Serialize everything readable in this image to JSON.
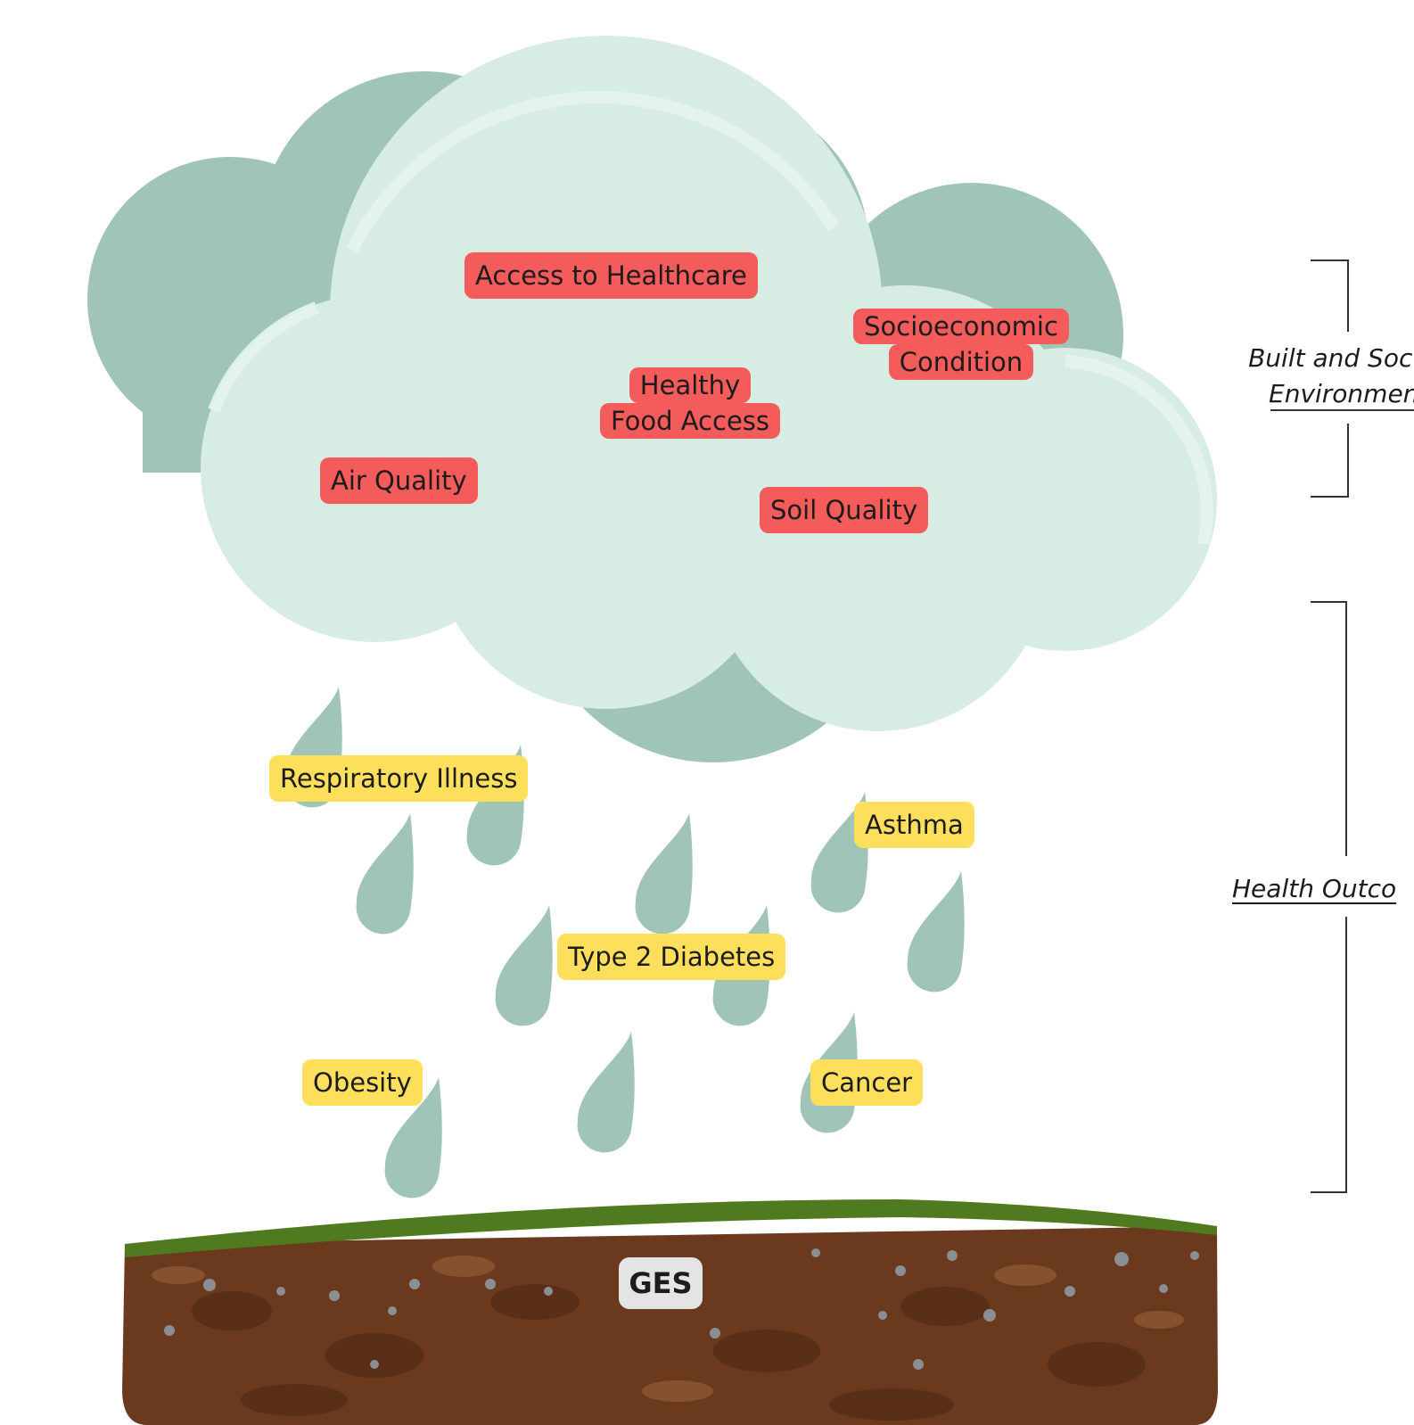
{
  "environment_tags": [
    {
      "id": "access",
      "lines": [
        "Access to Healthcare"
      ]
    },
    {
      "id": "socio",
      "lines": [
        "Socioeconomic",
        "Condition"
      ]
    },
    {
      "id": "food",
      "lines": [
        "Healthy",
        "Food Access"
      ]
    },
    {
      "id": "air",
      "lines": [
        "Air Quality"
      ]
    },
    {
      "id": "soil",
      "lines": [
        "Soil Quality"
      ]
    }
  ],
  "outcome_tags": [
    {
      "id": "respiratory",
      "label": "Respiratory Illness"
    },
    {
      "id": "asthma",
      "label": "Asthma"
    },
    {
      "id": "diabetes",
      "label": "Type 2 Diabetes"
    },
    {
      "id": "obesity",
      "label": "Obesity"
    },
    {
      "id": "cancer",
      "label": "Cancer"
    }
  ],
  "ground_label": "GES",
  "brackets": {
    "environment": {
      "line1": "Built and Soc",
      "line2": "Environmen"
    },
    "outcomes": {
      "label": "Health Outco"
    }
  },
  "colors": {
    "cloud_dark": "#a0c4b8",
    "cloud_light": "#d7ece3",
    "raindrop": "#a0c4b8",
    "env_tag": "#f45b5b",
    "outcome_tag": "#fddf5c",
    "soil": "#6b3a1e",
    "grass": "#4f7a1f",
    "ges_tag": "#e4e4e4"
  }
}
